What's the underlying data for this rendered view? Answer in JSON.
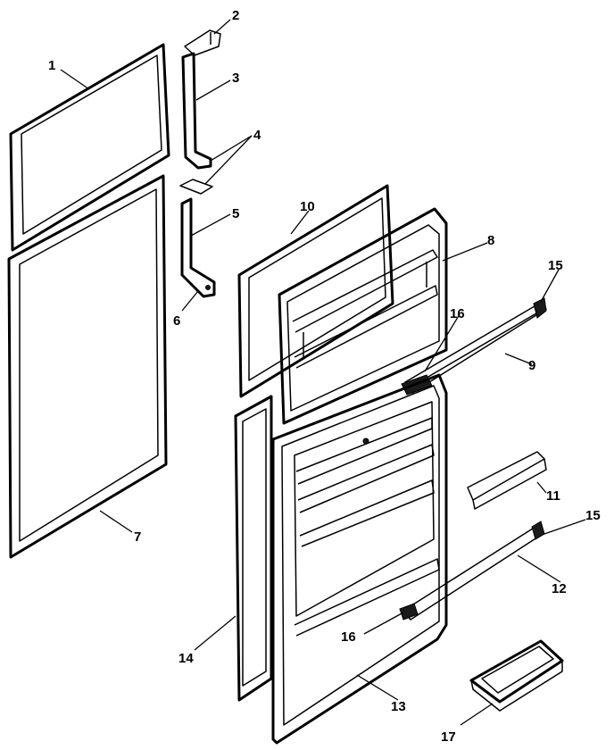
{
  "callouts": {
    "c1": "1",
    "c2": "2",
    "c3": "3",
    "c4": "4",
    "c5": "5",
    "c6": "6",
    "c7": "7",
    "c8": "8",
    "c9": "9",
    "c10": "10",
    "c11": "11",
    "c12": "12",
    "c13": "13",
    "c14": "14",
    "c15a": "15",
    "c15b": "15",
    "c16a": "16",
    "c16b": "16",
    "c17": "17"
  },
  "colors": {
    "ink": "#000000",
    "paper": "#ffffff"
  }
}
